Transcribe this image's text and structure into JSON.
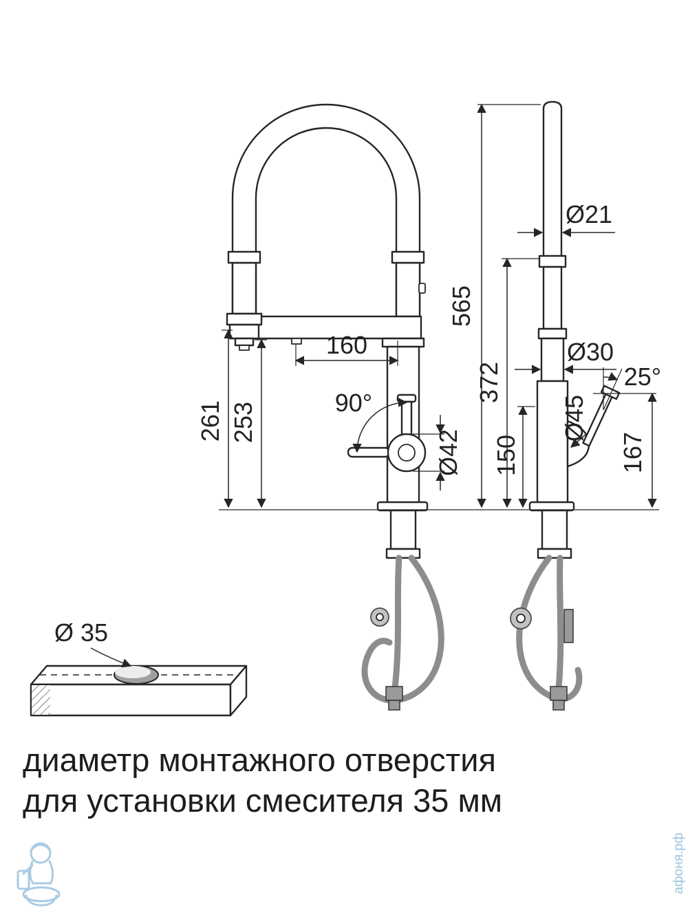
{
  "drawing": {
    "caption_line1": "диаметр монтажного отверстия",
    "caption_line2": "для установки смесителя 35 мм"
  },
  "dims": {
    "d21": "Ø21",
    "h565": "565",
    "h372": "372",
    "d30": "Ø30",
    "d45": "Ø45",
    "a25": "25°",
    "h167": "167",
    "h150": "150",
    "d42": "Ø42",
    "a90": "90°",
    "w160": "160",
    "h261": "261",
    "h253": "253",
    "d35": "Ø 35"
  },
  "watermark": {
    "site": "афоня.рф"
  },
  "colors": {
    "ink": "#262626",
    "hose_gray": "#8d8d8d",
    "watermark_blue": "#9cc3de"
  }
}
